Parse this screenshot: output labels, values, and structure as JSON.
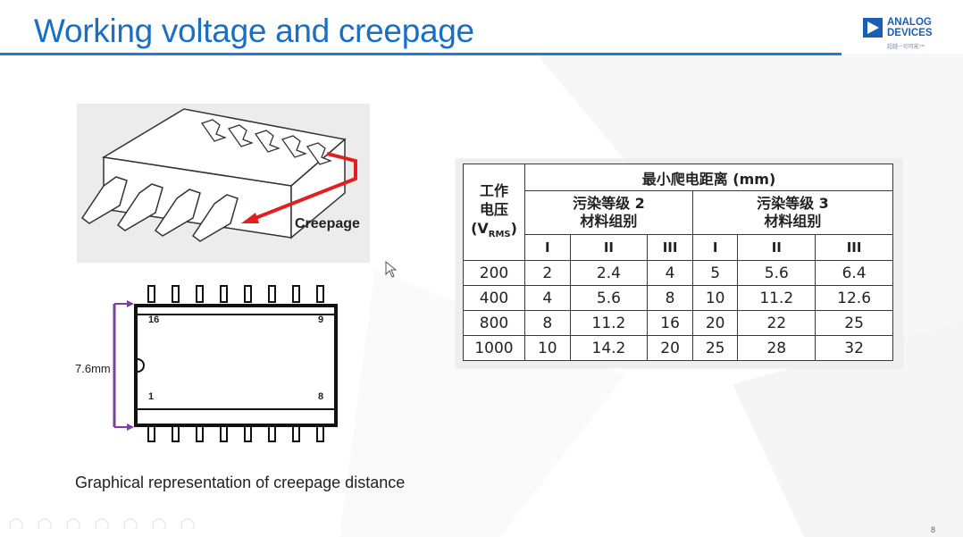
{
  "slide": {
    "title": "Working voltage and creepage",
    "page_number": "8",
    "caption": "Graphical representation of creepage distance"
  },
  "logo": {
    "line1": "ANALOG",
    "line2": "DEVICES",
    "tagline": "超越一切可能™"
  },
  "figure_3d": {
    "label": "Creepage",
    "arrow_color": "#e02020"
  },
  "figure_soic": {
    "dimension": "7.6mm",
    "pin_labels": {
      "top_left": "16",
      "top_right": "9",
      "bottom_left": "1",
      "bottom_right": "8"
    },
    "dimension_color": "#7b3fa0"
  },
  "table": {
    "main_header": "最小爬电距离 (mm)",
    "row_header_line1": "工作",
    "row_header_line2": "电压",
    "row_header_line3_main": "(V",
    "row_header_line3_sub": "RMS",
    "row_header_line3_end": ")",
    "group2_line1": "污染等级 2",
    "group2_line2": "材料组别",
    "group3_line1": "污染等级 3",
    "group3_line2": "材料组别",
    "material_groups": [
      "I",
      "II",
      "III",
      "I",
      "II",
      "III"
    ],
    "rows": [
      [
        "200",
        "2",
        "2.4",
        "4",
        "5",
        "5.6",
        "6.4"
      ],
      [
        "400",
        "4",
        "5.6",
        "8",
        "10",
        "11.2",
        "12.6"
      ],
      [
        "800",
        "8",
        "11.2",
        "16",
        "20",
        "22",
        "25"
      ],
      [
        "1000",
        "10",
        "14.2",
        "20",
        "25",
        "28",
        "32"
      ]
    ]
  },
  "colors": {
    "title": "#1a6fc4",
    "rule": "#1e7bd6",
    "brand": "#1b5fb4"
  }
}
